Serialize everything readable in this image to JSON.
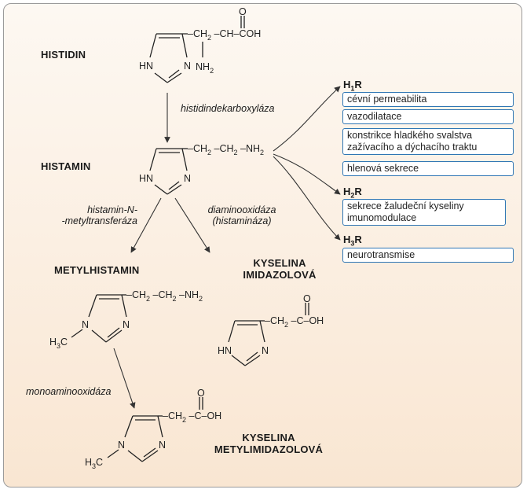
{
  "compounds": {
    "histidin": "HISTIDIN",
    "histamin": "HISTAMIN",
    "metylhistamin": "METYLHISTAMIN",
    "kyselina_imidazolova": [
      "KYSELINA",
      "IMIDAZOLOVÁ"
    ],
    "kyselina_metylimidazolova": [
      "KYSELINA",
      "METYLIMIDAZOLOVÁ"
    ]
  },
  "enzymes": {
    "dekarboxylaza": "histidindekarboxyláza",
    "metyltransferaza": [
      "histamin-N-",
      "-metyltransferáza"
    ],
    "diaminooxidaza": [
      "diaminooxidáza",
      "(histamináza)"
    ],
    "monoaminooxidaza": "monoaminooxidáza"
  },
  "receptors": [
    {
      "name": "H",
      "sub": "1",
      "suffix": "R",
      "effects": [
        "cévní permeabilita",
        "vazodilatace",
        "konstrikce hladkého svalstva zažívacího a dýchacího traktu",
        "hlenová sekrece"
      ]
    },
    {
      "name": "H",
      "sub": "2",
      "suffix": "R",
      "effects": [
        "sekrece žaludeční kyseliny imunomodulace"
      ]
    },
    {
      "name": "H",
      "sub": "3",
      "suffix": "R",
      "effects": [
        "neurotransmise"
      ]
    }
  ],
  "chem_text": {
    "hn": "HN",
    "n": "N",
    "h3c": "H",
    "h3c_sub": "3",
    "c_atom": "C",
    "o": "O",
    "oh": "OH",
    "cooh": "COH",
    "ch": "CH",
    "nh": "NH",
    "sub2": "2",
    "bond": "–"
  }
}
